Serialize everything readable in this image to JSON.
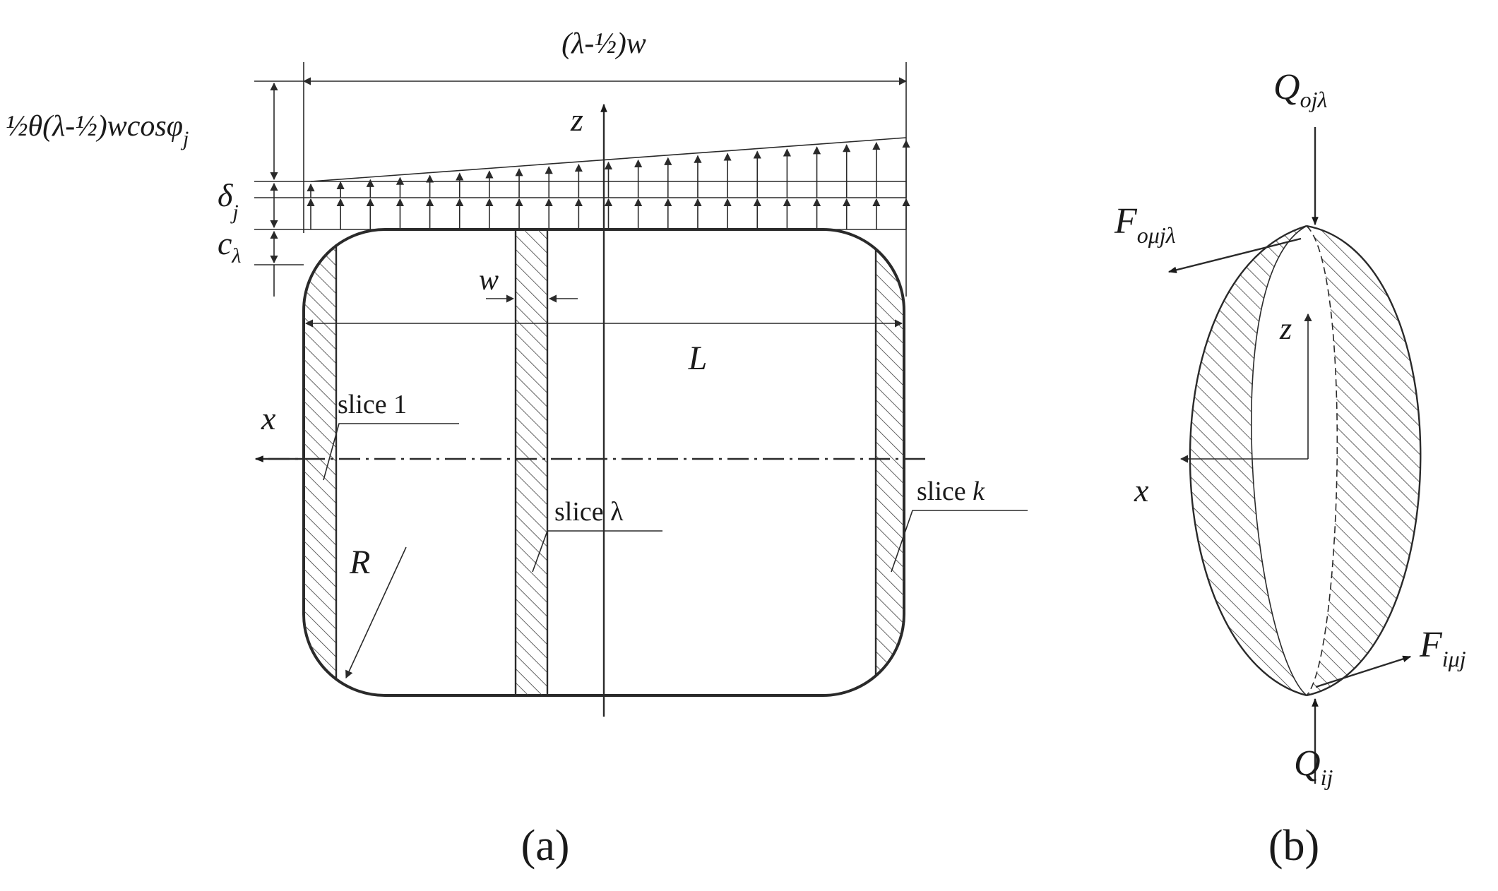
{
  "panel_a": {
    "caption": "(a)",
    "top_dim_label": "(λ-½)w",
    "left_dim_label": "½θ(λ-½)wcosφ",
    "left_dim_sub": "j",
    "delta_label": "δ",
    "delta_sub": "j",
    "c_label": "c",
    "c_sub": "λ",
    "z_axis": "z",
    "x_axis": "x",
    "w_label": "w",
    "L_label": "L",
    "R_label": "R",
    "slice_1": "slice 1",
    "slice_lambda": "slice λ",
    "slice_k_prefix": "slice ",
    "slice_k_var": "k"
  },
  "panel_b": {
    "caption": "(b)",
    "q_top": "Q",
    "q_top_sub": "ojλ",
    "f_top": "F",
    "f_top_sub": "oμjλ",
    "z_axis": "z",
    "x_axis": "x",
    "f_bottom": "F",
    "f_bottom_sub": "iμj",
    "q_bottom": "Q",
    "q_bottom_sub": "ij"
  },
  "colors": {
    "ink": "#1a1a1a",
    "background": "#ffffff"
  }
}
